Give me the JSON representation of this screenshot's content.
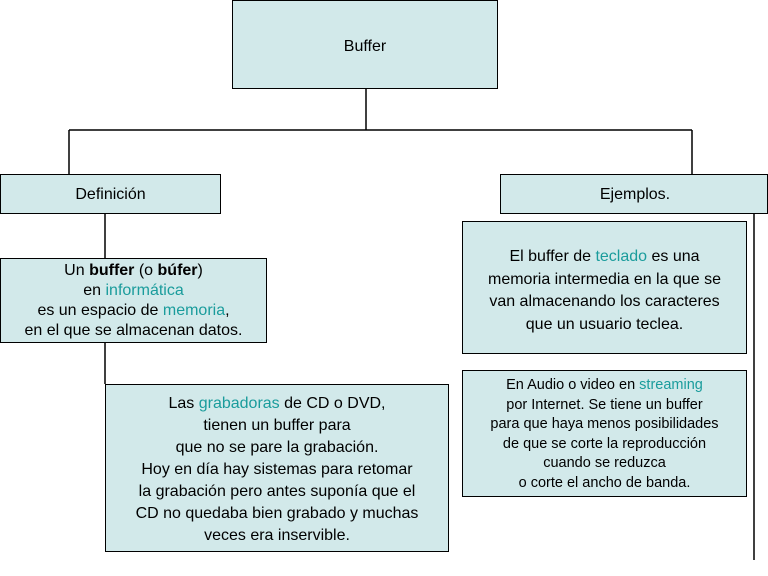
{
  "root": {
    "label": "Buffer"
  },
  "left_branch": {
    "label": "Definición",
    "definition": {
      "line1_pre": "Un ",
      "line1_bold1": "buffer",
      "line1_mid": " (o ",
      "line1_bold2": "búfer",
      "line1_post": ")",
      "line2_pre": "en ",
      "line2_link": "informática",
      "line3_pre": "es un espacio de ",
      "line3_link": "memoria",
      "line3_post": ",",
      "line4": "en el que se almacenan datos."
    },
    "recorders": {
      "line1_pre": "Las ",
      "line1_link": "grabadoras",
      "line1_post": " de CD o DVD,",
      "line2": "tienen un buffer para",
      "line3": "que no se pare la grabación.",
      "line4": "Hoy en día hay sistemas para retomar",
      "line5": "la grabación pero antes suponía que el",
      "line6": "CD no quedaba bien grabado y muchas",
      "line7": "veces era inservible."
    }
  },
  "right_branch": {
    "label": "Ejemplos.",
    "keyboard": {
      "line1_pre": "El buffer de ",
      "line1_link": "teclado",
      "line1_post": " es una",
      "line2": "memoria intermedia en la que se",
      "line3": "van almacenando los caracteres",
      "line4": "que un usuario teclea."
    },
    "streaming": {
      "line1_pre": "En Audio o video en ",
      "line1_link": "streaming",
      "line2": "por Internet. Se tiene un buffer",
      "line3": "para que haya menos posibilidades",
      "line4": "de que se corte la reproducción",
      "line5": "cuando se reduzca",
      "line6": "o corte el ancho de banda."
    }
  },
  "colors": {
    "box_fill": "#d2e9ea",
    "link": "#1a9c9c",
    "line": "#000000"
  }
}
